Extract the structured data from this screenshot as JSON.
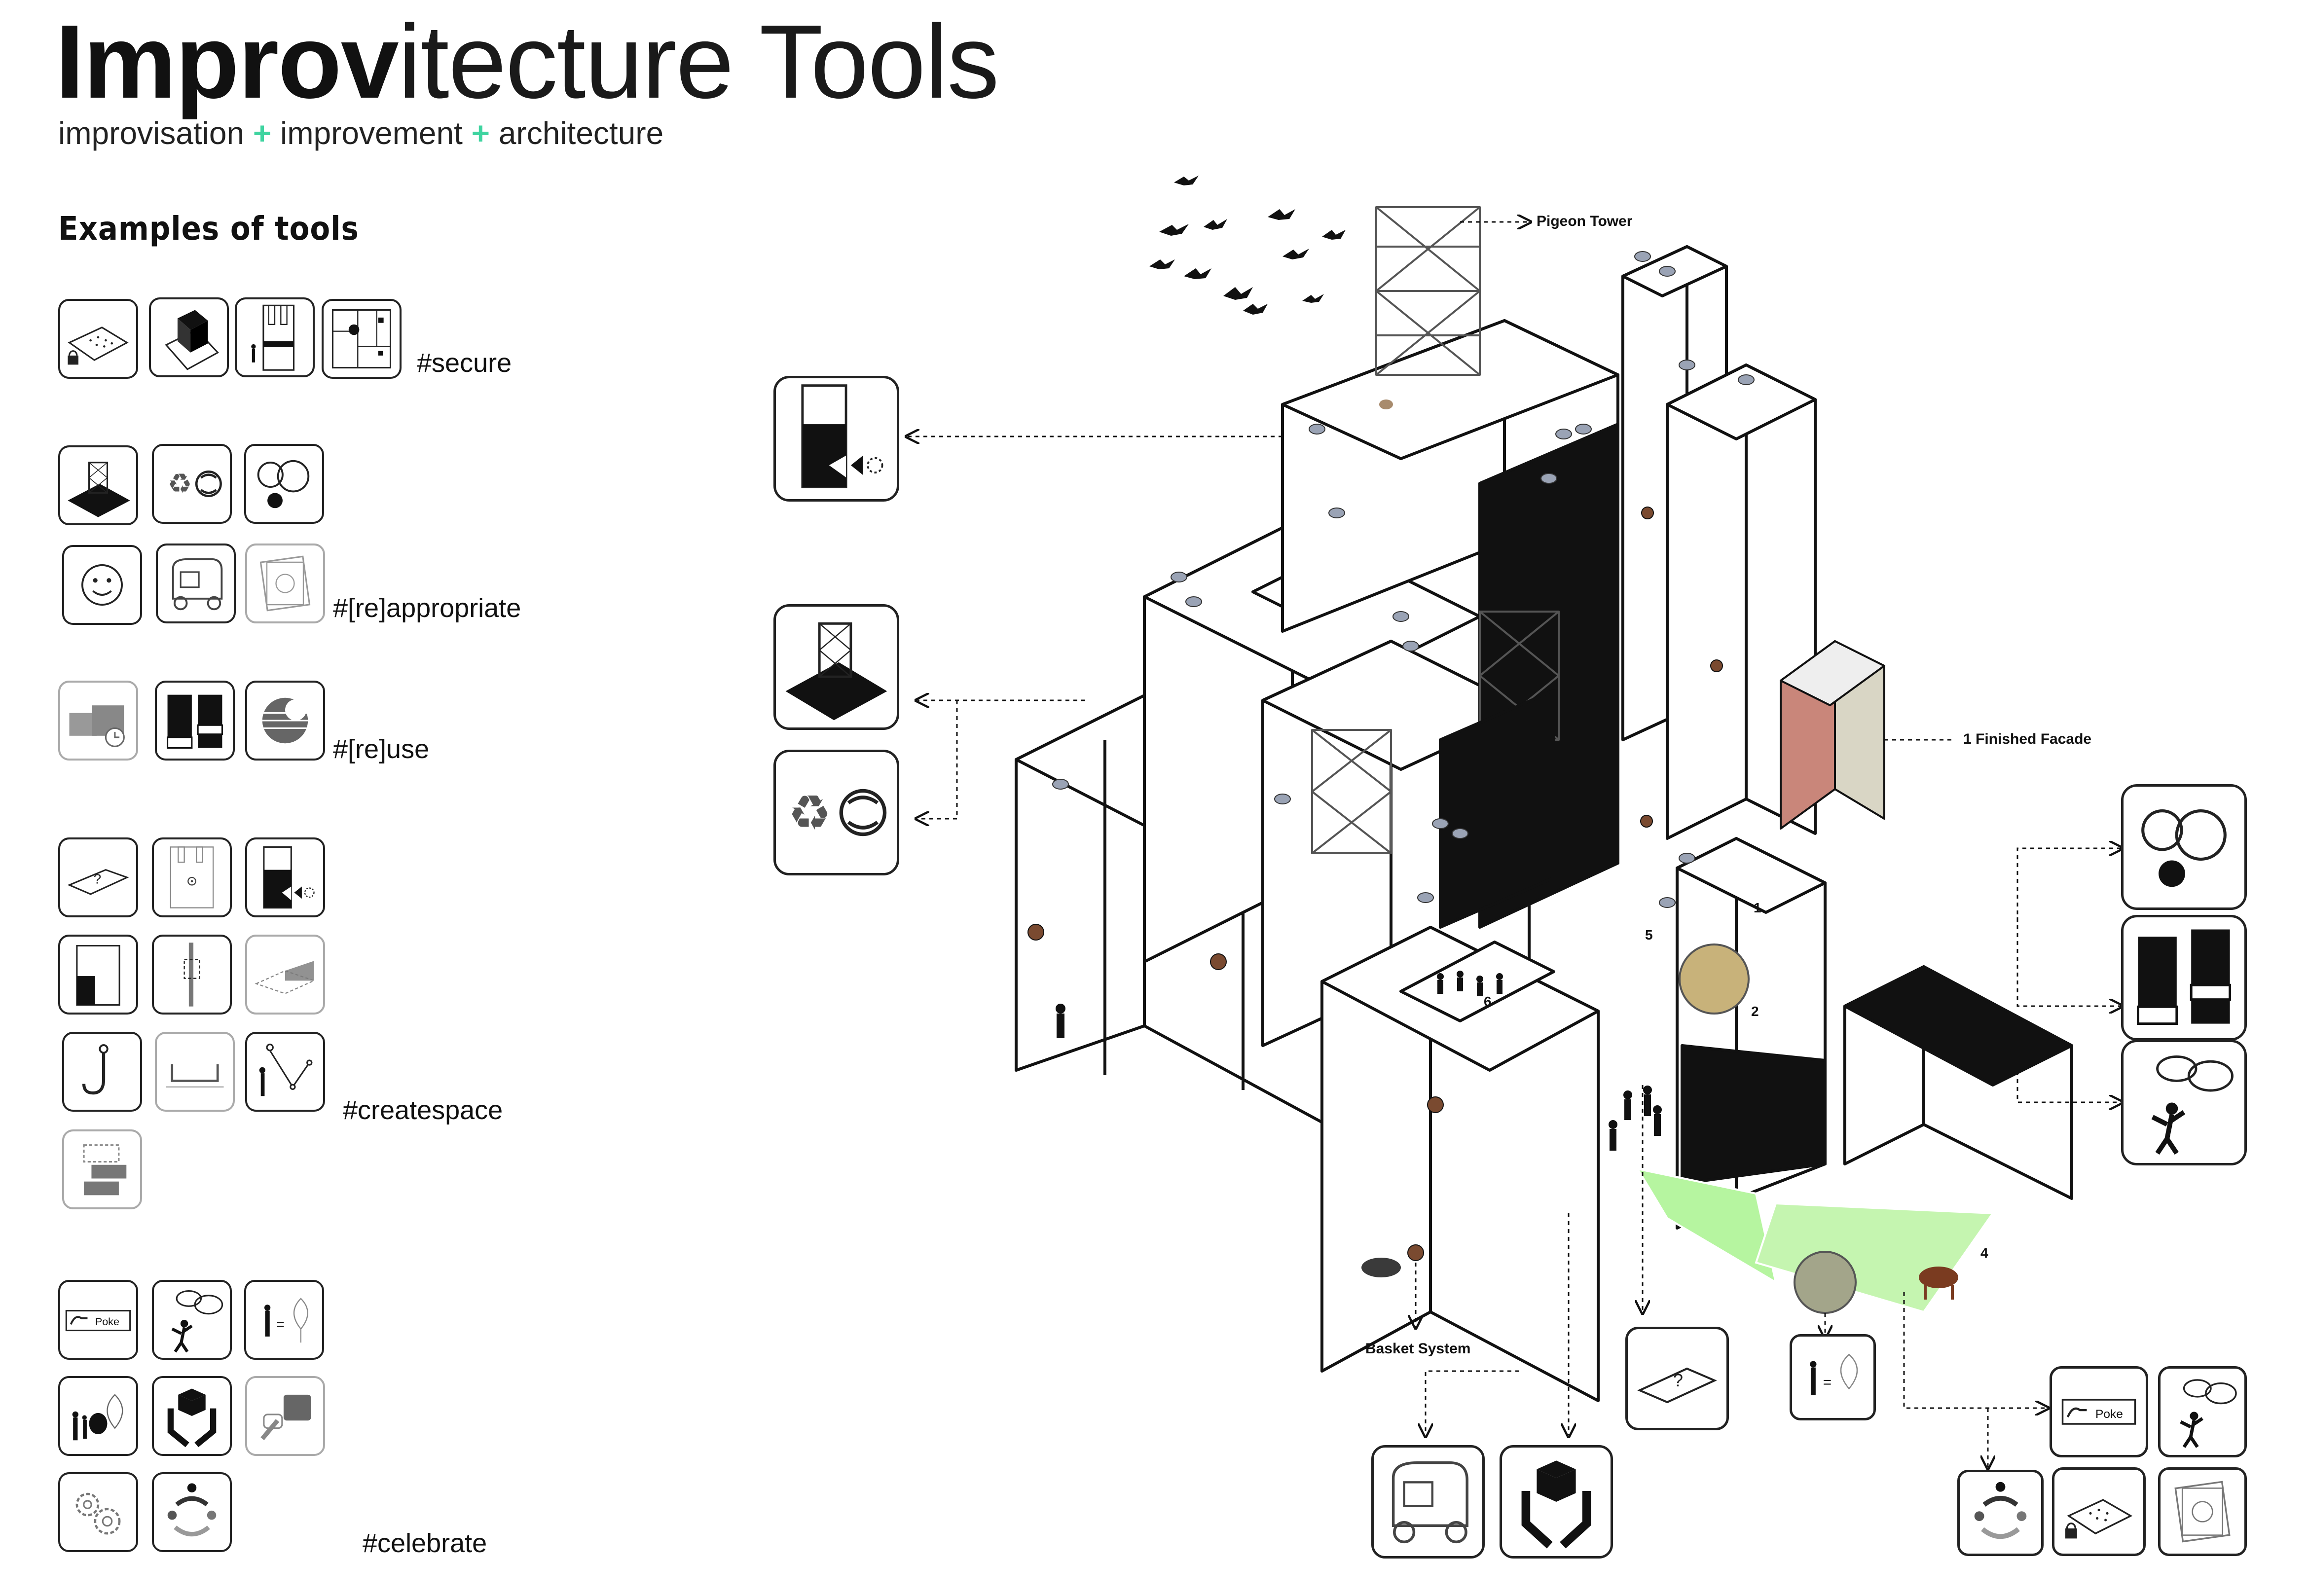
{
  "header": {
    "title_bold": "Improv",
    "title_light": "itecture Tools",
    "subtitle": {
      "w1": "improvisation",
      "plus": "+",
      "w2": "improvement",
      "w3": "architecture"
    }
  },
  "sidebar": {
    "section_title": "Examples of tools",
    "hashtags": {
      "secure": "#secure",
      "reappropriate": "#[re]appropriate",
      "reuse": "#[re]use",
      "createspace": "#createspace",
      "celebrate": "#celebrate"
    }
  },
  "icons": {
    "poke_label": "Poke",
    "equals": "=",
    "question": "?"
  },
  "annotations": {
    "pigeon_tower": "Pigeon Tower",
    "finished_facade": "1 Finished Facade",
    "basket_system": "Basket System",
    "n1": "1",
    "n2": "2",
    "n4": "4",
    "n5": "5",
    "n6": "6"
  },
  "colors": {
    "accent": "#3fd4a0",
    "lawn": "#b6f5a0",
    "ink": "#111111"
  }
}
